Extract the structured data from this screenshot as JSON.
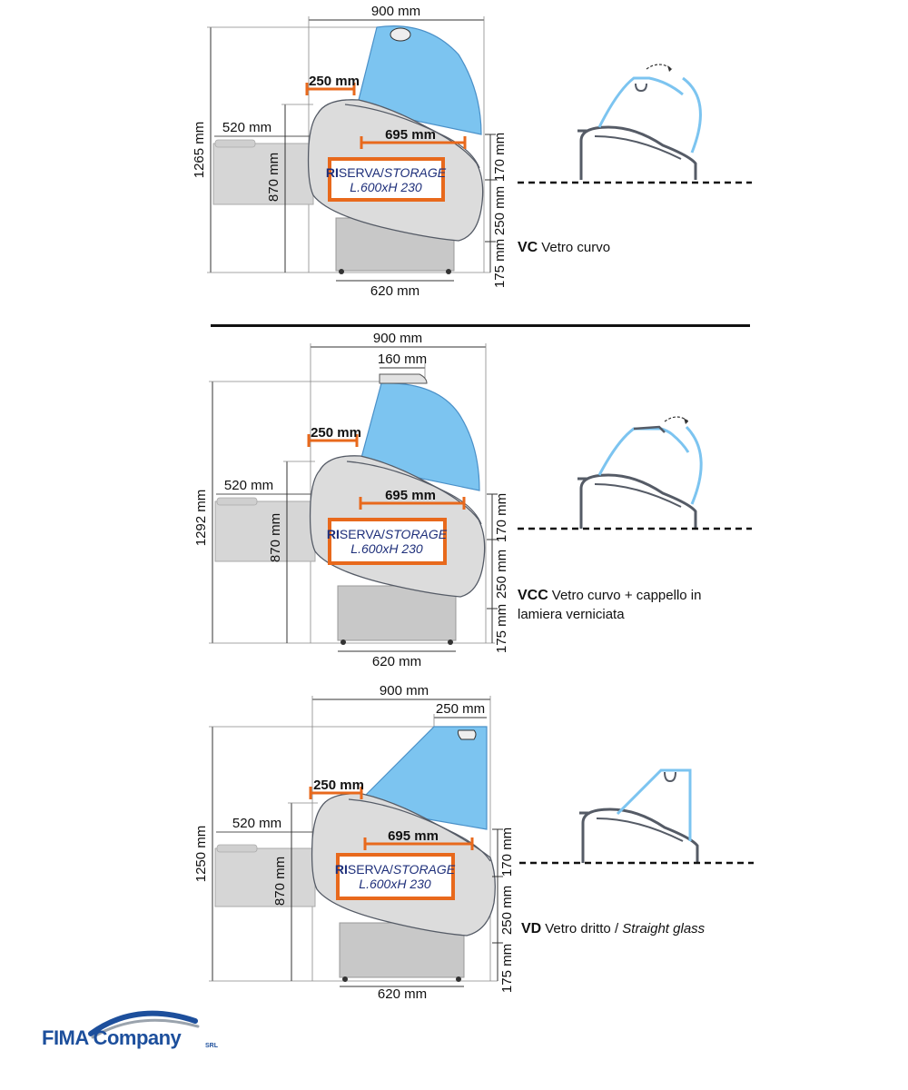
{
  "sections": [
    {
      "code": "VC",
      "caption": "Vetro curvo",
      "caption_italic": "",
      "dims": {
        "width_total": "900 mm",
        "glass_top": "",
        "shelf": "250 mm",
        "depth_rear": "520 mm",
        "display": "695 mm",
        "height_total": "1265 mm",
        "counter_height": "870 mm",
        "h_upper": "170 mm",
        "h_mid": "250 mm",
        "h_base": "175 mm",
        "base_width": "620 mm"
      }
    },
    {
      "code": "VCC",
      "caption": "Vetro curvo + cappello in",
      "caption_line2": "lamiera verniciata",
      "caption_italic": "",
      "dims": {
        "width_total": "900 mm",
        "glass_top": "160 mm",
        "shelf": "250 mm",
        "depth_rear": "520 mm",
        "display": "695 mm",
        "height_total": "1292 mm",
        "counter_height": "870 mm",
        "h_upper": "170 mm",
        "h_mid": "250 mm",
        "h_base": "175 mm",
        "base_width": "620 mm"
      }
    },
    {
      "code": "VD",
      "caption": "Vetro dritto / ",
      "caption_italic": "Straight glass",
      "dims": {
        "width_total": "900 mm",
        "glass_top": "250 mm",
        "shelf": "250 mm",
        "depth_rear": "520 mm",
        "display": "695 mm",
        "height_total": "1250 mm",
        "counter_height": "870 mm",
        "h_upper": "170 mm",
        "h_mid": "250 mm",
        "h_base": "175 mm",
        "base_width": "620 mm"
      }
    }
  ],
  "storage": {
    "label_prefix": "RI",
    "label_main": "SERVA/",
    "label_italic": "STORAGE",
    "size": "L.600xH 230"
  },
  "logo": {
    "text": "FIMA Company",
    "suffix": "SRL"
  },
  "colors": {
    "accent_orange": "#e8691c",
    "glass_blue": "#7cc4f0",
    "cabinet_gray": "#dcdcdc",
    "outline_gray": "#555b66",
    "brand_blue": "#1d4f9c",
    "text_navy": "#1e2f7a"
  }
}
